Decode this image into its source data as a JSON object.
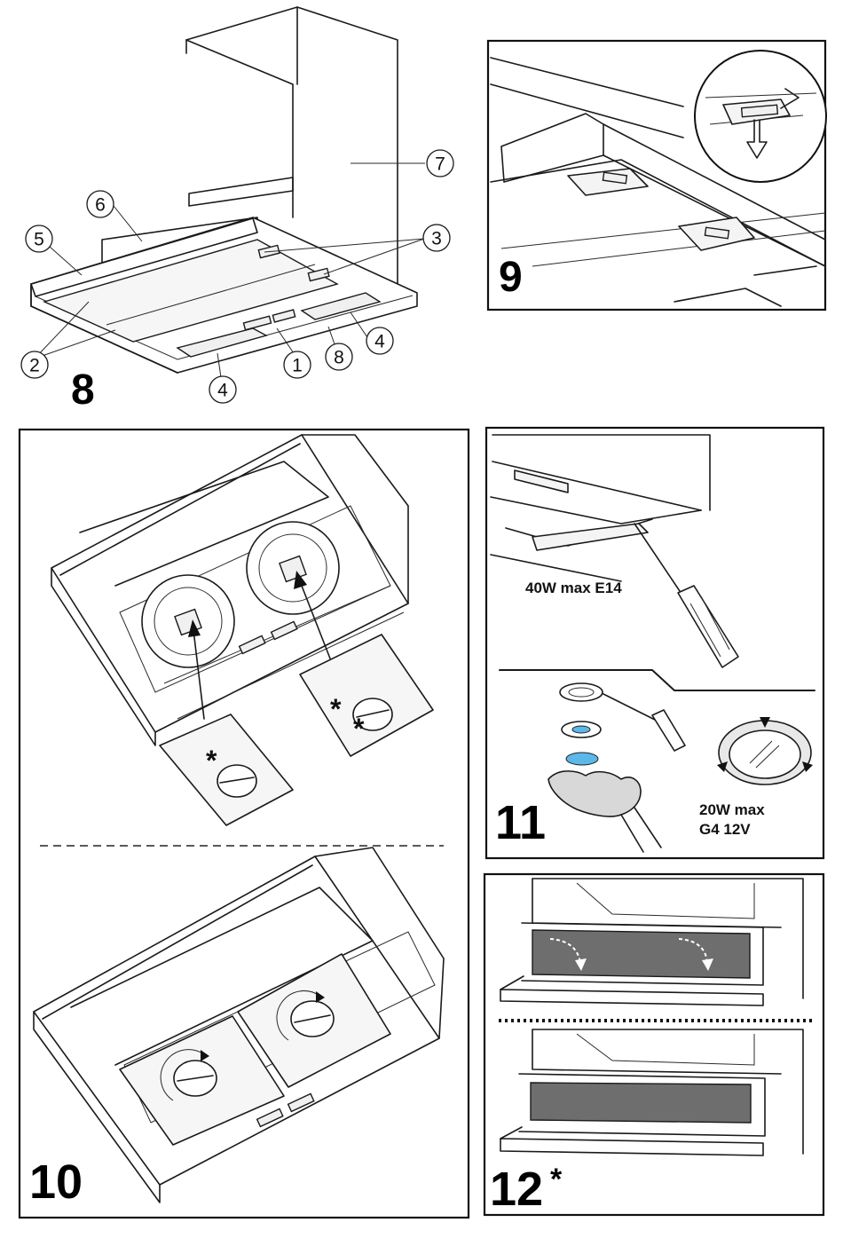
{
  "figures": {
    "fig8": {
      "label": "8",
      "callouts": [
        "1",
        "2",
        "3",
        "4",
        "4",
        "5",
        "6",
        "7",
        "8"
      ]
    },
    "fig9": {
      "label": "9"
    },
    "fig10": {
      "label": "10",
      "filter_marks": [
        "*",
        "*",
        "*"
      ]
    },
    "fig11": {
      "label": "11",
      "bulb_top": "40W max  E14",
      "bulb_bottom_line1": "20W max",
      "bulb_bottom_line2": "G4 12V"
    },
    "fig12": {
      "label": "12",
      "label_mark": "*"
    }
  },
  "colors": {
    "line": "#1a1a1a",
    "filter_dark": "#6e6e6e",
    "lens_blue": "#5bb8e8"
  }
}
